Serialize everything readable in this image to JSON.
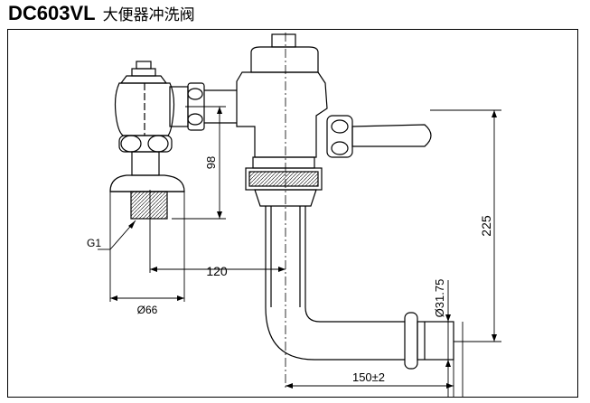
{
  "header": {
    "model": "DC603VL",
    "name": "大便器冲洗阀"
  },
  "dimensions": {
    "height_98": "98",
    "height_225": "225",
    "offset_120": "120",
    "diameter_66": "Ø66",
    "diameter_3175": "Ø31.75",
    "length_150": "150±2",
    "thread_g1": "G1"
  }
}
